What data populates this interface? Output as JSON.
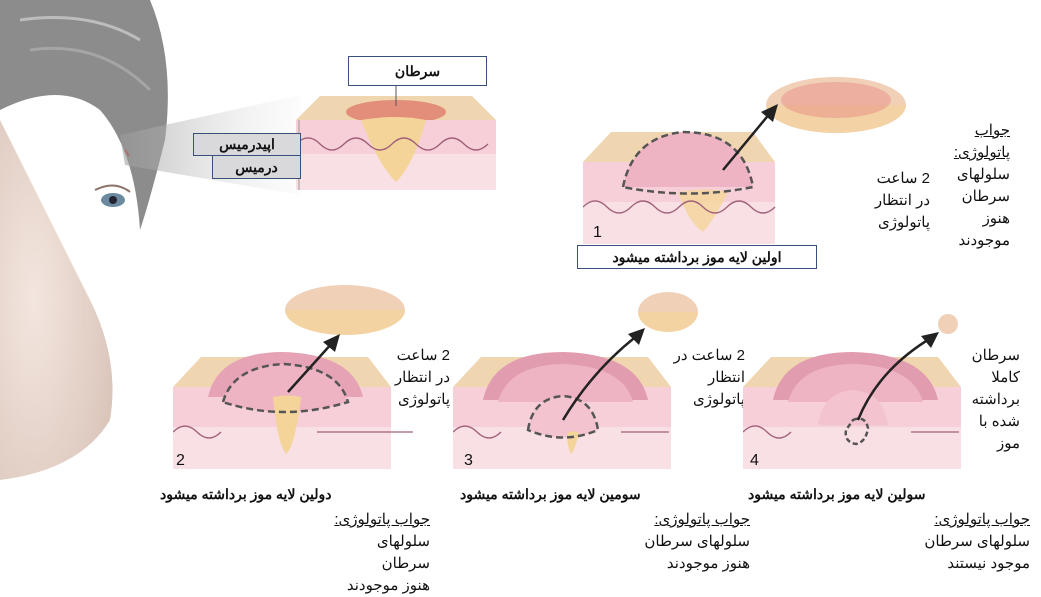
{
  "labels": {
    "cancer": "سرطان",
    "epidermis": "اپیدرمیس",
    "dermis": "درمیس"
  },
  "steps": [
    {
      "number": "1",
      "caption": "اولین لایه موز برداشته میشود",
      "wait": [
        "2 ساعت",
        "در انتظار",
        "پاتولوژی"
      ],
      "pathology_title": [
        "جواب",
        "پاتولوژی:"
      ],
      "pathology_result": [
        "سلولهای",
        "سرطان",
        "هنوز",
        "موجودند"
      ]
    },
    {
      "number": "2",
      "caption": "دولین لایه موز برداشته میشود",
      "wait": [
        "2 ساعت",
        "در انتظار",
        "پاتولوژی"
      ],
      "pathology_title": "جواب پاتولوژی:",
      "pathology_result": [
        "سلولهای سرطان",
        "هنوز موجودند"
      ]
    },
    {
      "number": "3",
      "caption": "سومین لایه موز برداشته میشود",
      "wait": [
        "2 ساعت در",
        "انتظار",
        "پاتولوژی"
      ],
      "pathology_title": "جواب پاتولوژی:",
      "pathology_result": [
        "سلولهای سرطان",
        "هنوز موجودند"
      ]
    },
    {
      "number": "4",
      "caption": "سولین لایه موز برداشته میشود",
      "wait": [
        "سرطان",
        "کاملا",
        "برداشته",
        "شده با",
        "موز"
      ],
      "pathology_title": "جواب پاتولوژی:",
      "pathology_result": [
        "سلولهای سرطان",
        "موجود نیستند"
      ]
    }
  ],
  "colors": {
    "skin_top": "#f0d9b5",
    "skin_pink": "#f4c9d2",
    "dermis": "#f8dde3",
    "tumor": "#f6cf8a",
    "cancer_red": "#d9534f",
    "label_border": "#3a4f7a"
  }
}
